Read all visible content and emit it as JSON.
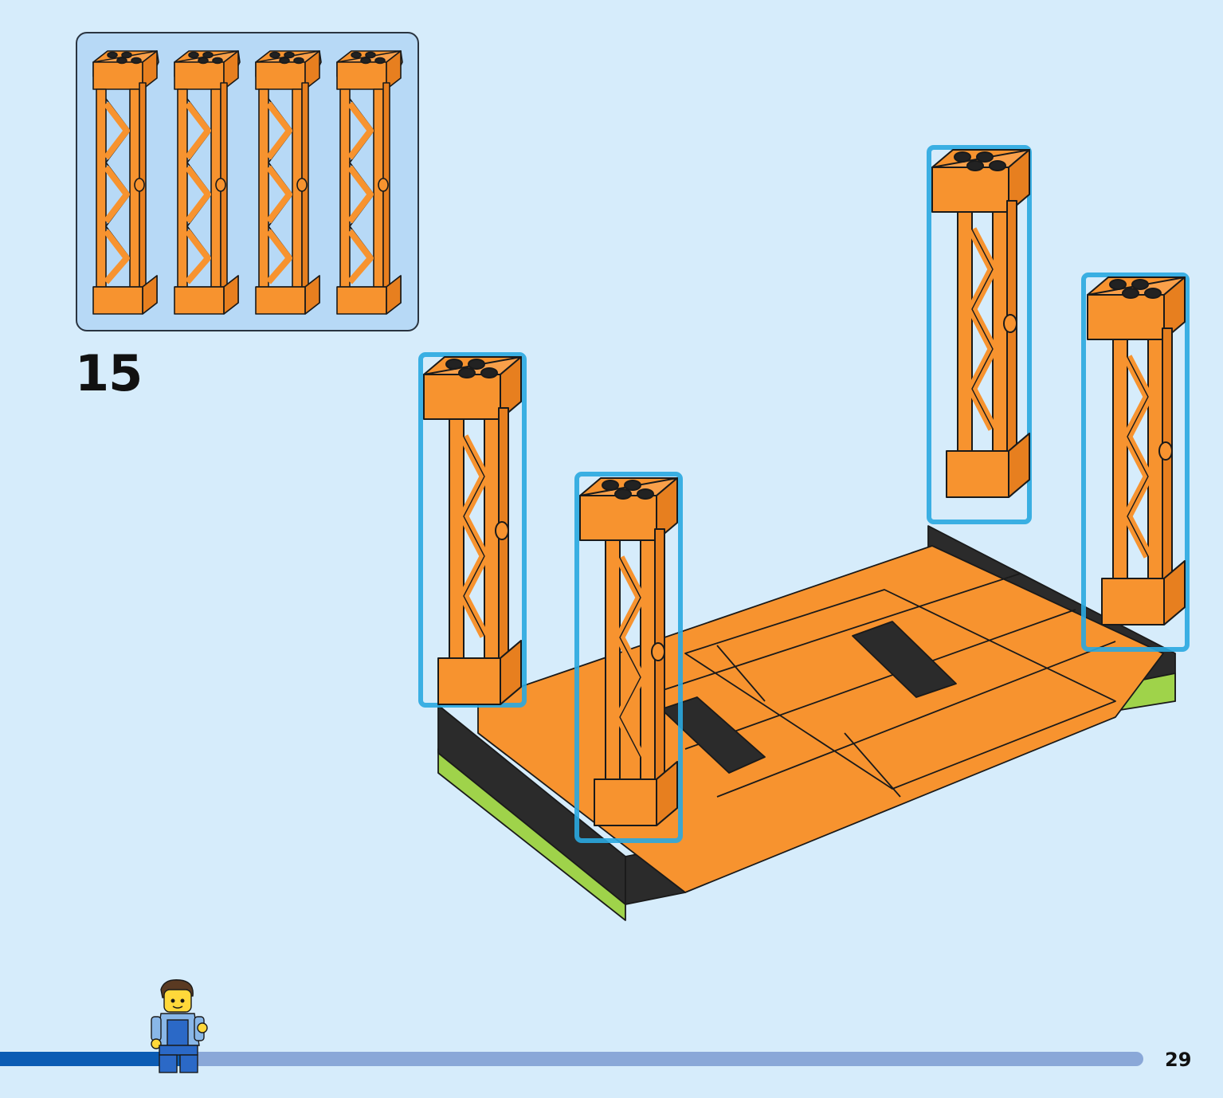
{
  "callout": {
    "items": [
      "pillar-1",
      "pillar-2",
      "pillar-3",
      "pillar-4"
    ],
    "quantity_label": ""
  },
  "step": {
    "number": "15"
  },
  "page": {
    "number": "29"
  },
  "progress": {
    "fraction": 0.16
  },
  "colors": {
    "background": "#d6ecfb",
    "callout_bg": "#b7d9f6",
    "brick_orange": "#f7932f",
    "brick_dark": "#2b2b2b",
    "brick_lime": "#9fd34a",
    "highlight": "#2aa9e0",
    "progress_fill": "#0b5cb4",
    "progress_track": "#8aa8d8"
  }
}
